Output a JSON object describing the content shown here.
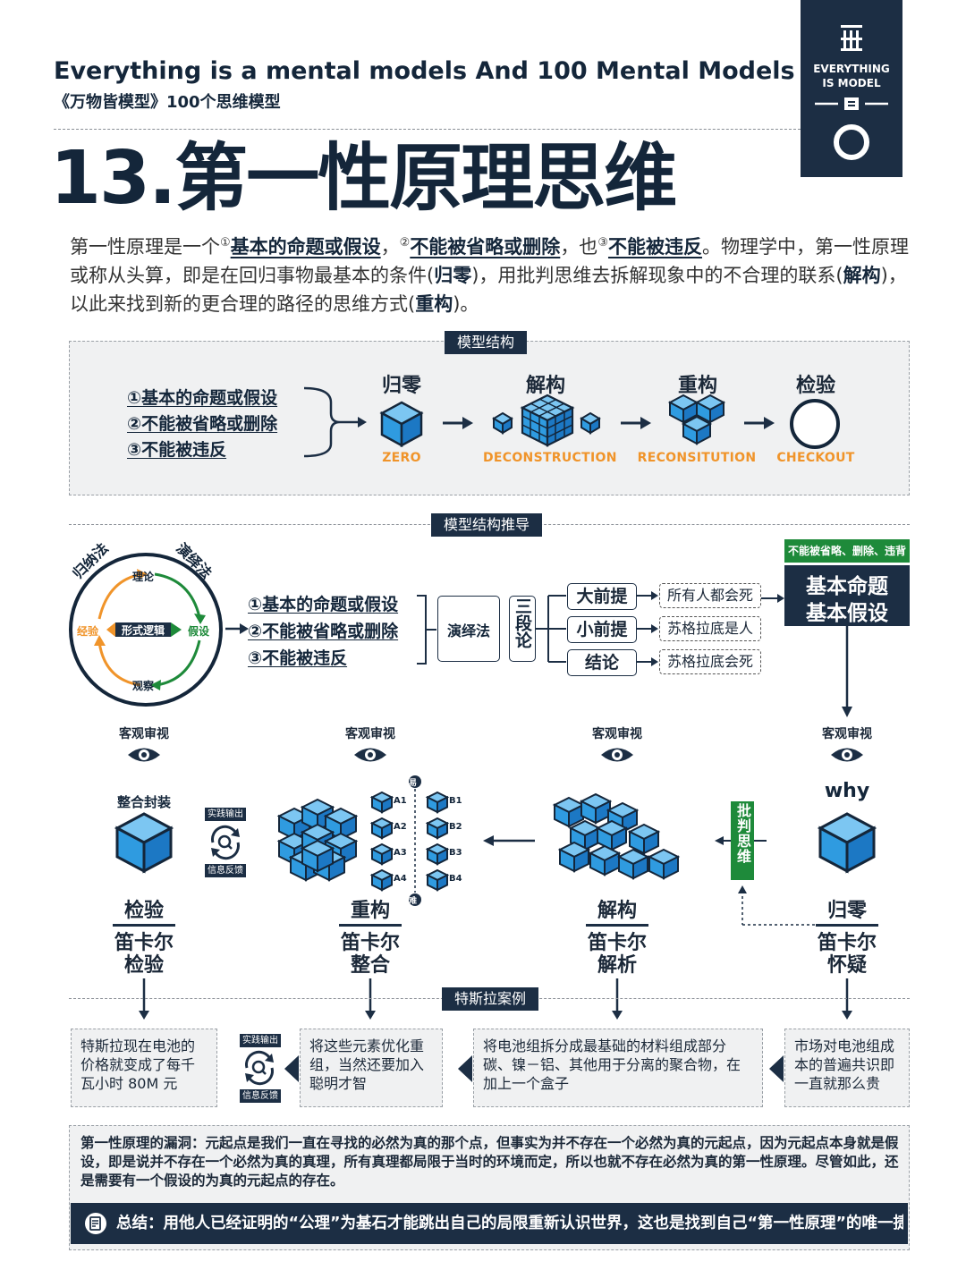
{
  "header": {
    "title_en": "Everything is a mental models And 100 Mental Models",
    "title_cn": "《万物皆模型》100个思维模型",
    "logo_text_1": "EVERYTHING",
    "logo_text_2": "IS MODEL"
  },
  "main_title": "13.第一性原理思维",
  "intro": {
    "p1": "第一性原理是一个",
    "n1": "①",
    "u1": "基本的命题或假设",
    "c1": "，",
    "n2": "②",
    "u2": "不能被省略或删除",
    "c2": "，也",
    "n3": "③",
    "u3": "不能被违反",
    "p2": "。物理学中，第一性原理或称从头算，即是在回归事物最基本的条件(",
    "b1": "归零",
    "p3": ")，用批判思维去拆解现象中的不合理的联系(",
    "b2": "解构",
    "p4": ")，以此来找到新的更合理的路径的思维方式(",
    "b3": "重构",
    "p5": ")。"
  },
  "structure": {
    "label": "模型结构",
    "conditions": [
      "①基本的命题或假设",
      "②不能被省略或删除",
      "③不能被违反"
    ],
    "steps": [
      {
        "cn": "归零",
        "en": "ZERO"
      },
      {
        "cn": "解构",
        "en": "DECONSTRUCTION"
      },
      {
        "cn": "重构",
        "en": "RECONSITUTION"
      },
      {
        "cn": "检验",
        "en": "CHECKOUT"
      }
    ]
  },
  "derivation": {
    "label": "模型结构推导",
    "circle": {
      "top_left": "归纳法",
      "top_right": "演绎法",
      "theory": "理论",
      "hypothesis": "假设",
      "observation": "观察",
      "experience": "经验",
      "center": "形式逻辑"
    },
    "conditions": [
      "①基本的命题或假设",
      "②不能被省略或删除",
      "③不能被违反"
    ],
    "method": "演绎法",
    "syllogism": "三段论",
    "premises": [
      "大前提",
      "小前提",
      "结论"
    ],
    "examples": [
      "所有人都会死",
      "苏格拉底是人",
      "苏格拉底会死"
    ],
    "tag": "不能被省略、删除、违背",
    "basic_1": "基本命题",
    "basic_2": "基本假设"
  },
  "process": {
    "eye_label": "客观审视",
    "why": "why",
    "integrate_label": "整合封装",
    "practice_out": "实践输出",
    "feedback": "信息反馈",
    "critical": "批判思维",
    "easy": "易",
    "hard": "难",
    "a_items": [
      "A1",
      "A2",
      "A3",
      "A4"
    ],
    "b_items": [
      "B1",
      "B2",
      "B3",
      "B4"
    ],
    "stages": [
      {
        "title": "检验",
        "sub1": "笛卡尔",
        "sub2": "检验"
      },
      {
        "title": "重构",
        "sub1": "笛卡尔",
        "sub2": "整合"
      },
      {
        "title": "解构",
        "sub1": "笛卡尔",
        "sub2": "解析"
      },
      {
        "title": "归零",
        "sub1": "笛卡尔",
        "sub2": "怀疑"
      }
    ]
  },
  "tesla": {
    "label": "特斯拉案例",
    "cases": [
      "特斯拉现在电池的价格就变成了每千瓦小时 80M 元",
      "将这些元素优化重组，当然还要加入聪明才智",
      "将电池组拆分成最基础的材料组成部分碳、镍－铝、其他用于分离的聚合物，在加上一个盒子",
      "市场对电池组成本的普遍共识即一直就那么贵"
    ]
  },
  "loophole": "第一性原理的漏洞：元起点是我们一直在寻找的必然为真的那个点，但事实为并不存在一个必然为真的元起点，因为元起点本身就是假设，即是说并不存在一个必然为真的真理，所有真理都局限于当时的环境而定，所以也就不存在必然为真的第一性原理。尽管如此，还是需要有一个假设的为真的元起点的存在。",
  "summary": "总结：用他人已经证明的“公理”为基石才能跳出自己的局限重新认识世界，这也是找到自己“第一性原理”的唯一捷径。",
  "colors": {
    "navy": "#1c2e44",
    "orange": "#f0942a",
    "green": "#1e8a3a",
    "cube_blue": "#2f9be0"
  }
}
